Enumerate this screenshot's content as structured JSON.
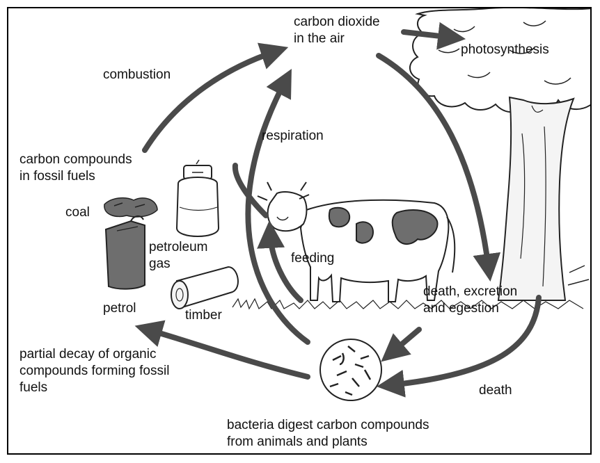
{
  "labels": {
    "carbon_dioxide": "carbon dioxide\nin the air",
    "photosynthesis": "photosynthesis",
    "combustion": "combustion",
    "respiration": "respiration",
    "fossil_fuels": "carbon compounds\nin fossil fuels",
    "coal": "coal",
    "petroleum_gas": "petroleum\ngas",
    "petrol": "petrol",
    "timber": "timber",
    "feeding": "feeding",
    "death_excretion": "death, excretion\nand egestion",
    "death": "death",
    "partial_decay": "partial decay of organic\ncompounds forming fossil\nfuels",
    "bacteria": "bacteria digest carbon compounds\nfrom animals and plants"
  },
  "colors": {
    "arrow": "#4a4a4a",
    "outline": "#222222",
    "cow_patch": "#6e6e6e",
    "foliage": "#ffffff",
    "trunk": "#f4f4f4"
  },
  "icons": [
    "tree-icon",
    "cow-icon",
    "coal-icon",
    "gas-cylinder-icon",
    "petrol-can-icon",
    "log-icon",
    "bacteria-icon"
  ]
}
